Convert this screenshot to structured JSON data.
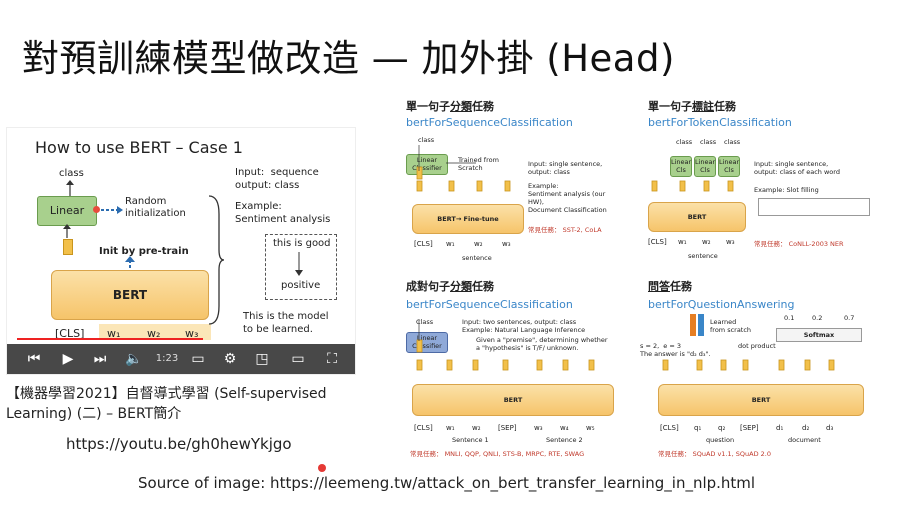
{
  "slide": {
    "title": "對預訓練模型做改造 — 加外掛 (Head)",
    "caption": "【機器學習2021】自督導式學習 (Self-supervised Learning) (二) – BERT簡介",
    "link": "https://youtu.be/gh0hewYkjgo",
    "source": "Source of image: https://leemeng.tw/attack_on_bert_transfer_learning_in_nlp.html"
  },
  "video": {
    "heading": "How to use BERT – Case 1",
    "class_label": "class",
    "linear_label": "Linear",
    "random_init": "Random\ninitialization",
    "init_pretrain": "Init by pre-train",
    "bert_label": "BERT",
    "input_text": "Input:  sequence\noutput: class",
    "example_text": "Example:\nSentiment analysis",
    "this_is_good": "this is good",
    "positive": "positive",
    "model_note": "This is the model\nto be learned.",
    "tokens": [
      "[CLS]",
      "w₁",
      "w₂",
      "w₃"
    ],
    "timestamp": "1:23",
    "controls": [
      "prev-icon",
      "play-icon",
      "next-icon",
      "volume-icon",
      "subtitles-icon",
      "settings-icon",
      "miniplayer-icon",
      "theater-icon",
      "fullscreen-icon"
    ]
  },
  "panels": [
    {
      "title_pre": "單一句子",
      "title_em": "分類",
      "title_post": "任務",
      "api": "bertForSequenceClassification",
      "class": "class",
      "head": "Linear\nClassifier",
      "trained": "Trained from\nScratch",
      "desc": "Input: single sentence,\noutput: class",
      "example": "Example:\nSentiment analysis (our\nHW),\nDocument Classification",
      "tasks_label": "常見任務：",
      "tasks": "SST-2, CoLA",
      "bert": "BERT→ Fine-tune",
      "tokens": [
        "[CLS]",
        "w₁",
        "w₂",
        "w₃"
      ],
      "axis": "sentence"
    },
    {
      "title_pre": "單一句子",
      "title_em": "標註",
      "title_post": "任務",
      "api": "bertForTokenClassification",
      "class": "class",
      "head": "Linear\nCls",
      "desc": "Input: single sentence,\noutput: class of each word",
      "example": "Example: Slot filling",
      "tasks_label": "常見任務：",
      "tasks": "CoNLL-2003 NER",
      "bert": "BERT",
      "tokens": [
        "[CLS]",
        "w₁",
        "w₂",
        "w₃"
      ],
      "axis": "sentence"
    },
    {
      "title_pre": "成對句子",
      "title_em": "分類",
      "title_post": "任務",
      "api": "bertForSequenceClassification",
      "class": "Class",
      "head": "Linear\nClassifier",
      "desc": "Input: two sentences, output: class\nExample: Natural Language Inference",
      "premise": "Given a \"premise\", determining whether\na \"hypothesis\" is T/F/ unknown.",
      "tasks_label": "常見任務：",
      "tasks": "MNLI, QQP, QNLI, STS-B, MRPC, RTE, SWAG",
      "bert": "BERT",
      "tokens": [
        "[CLS]",
        "w₁",
        "w₂",
        "[SEP]",
        "w₃",
        "w₄",
        "w₅"
      ],
      "axis1": "Sentence 1",
      "axis2": "Sentence 2"
    },
    {
      "title_pre": "",
      "title_em": "問答",
      "title_post": "任務",
      "api": "bertForQuestionAnswering",
      "learned": "Learned\nfrom scratch",
      "se": "s = 2,  e = 3\nThe answer is \"d₂ d₃\".",
      "dot": "dot product",
      "softmax": "Softmax",
      "probs": [
        "0.1",
        "0.2",
        "0.7"
      ],
      "tasks_label": "常見任務：",
      "tasks": "SQuAD v1.1, SQuAD 2.0",
      "bert": "BERT",
      "tokens": [
        "[CLS]",
        "q₁",
        "q₂",
        "[SEP]",
        "d₁",
        "d₂",
        "d₃"
      ],
      "axis1": "question",
      "axis2": "document"
    }
  ]
}
